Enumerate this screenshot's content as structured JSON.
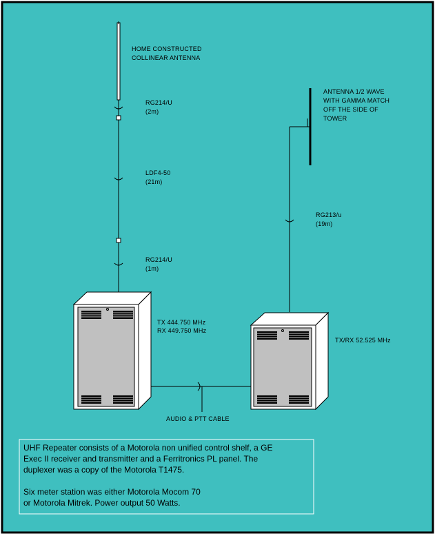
{
  "colors": {
    "background": "#3fbfbf",
    "border": "#000000",
    "line": "#000000",
    "cabinet_face": "#ffffff",
    "cabinet_panel": "#c0c0c0",
    "note_border": "#ffffff"
  },
  "antennas": {
    "collinear": [
      "HOME CONSTRUCTED",
      "COLLINEAR ANTENNA"
    ],
    "half_wave": [
      "ANTENNA 1/2 WAVE",
      "WITH GAMMA MATCH",
      "OFF THE SIDE OF",
      "TOWER"
    ]
  },
  "cables": {
    "uhf_top": [
      "RG214/U",
      "(2m)"
    ],
    "uhf_main": [
      "LDF4-50",
      "(21m)"
    ],
    "uhf_bottom": [
      "RG214/U",
      "(1m)"
    ],
    "six_meter": [
      "RG213/u",
      "(19m)"
    ],
    "link": "AUDIO & PTT CABLE"
  },
  "cabinets": {
    "uhf_freqs": [
      "TX 444.750 MHz",
      "RX 449.750 MHz"
    ],
    "six_meter_freq": "TX/RX 52.525 MHz"
  },
  "note": {
    "lines": [
      "UHF Repeater consists of a Motorola non unified control shelf, a GE",
      "Exec II receiver and transmitter and a Ferritronics PL panel. The",
      "duplexer was a copy of the Motorola T1475.",
      "",
      "Six meter station was either Motorola Mocom 70",
      "or Motorola Mitrek. Power output 50 Watts."
    ]
  }
}
